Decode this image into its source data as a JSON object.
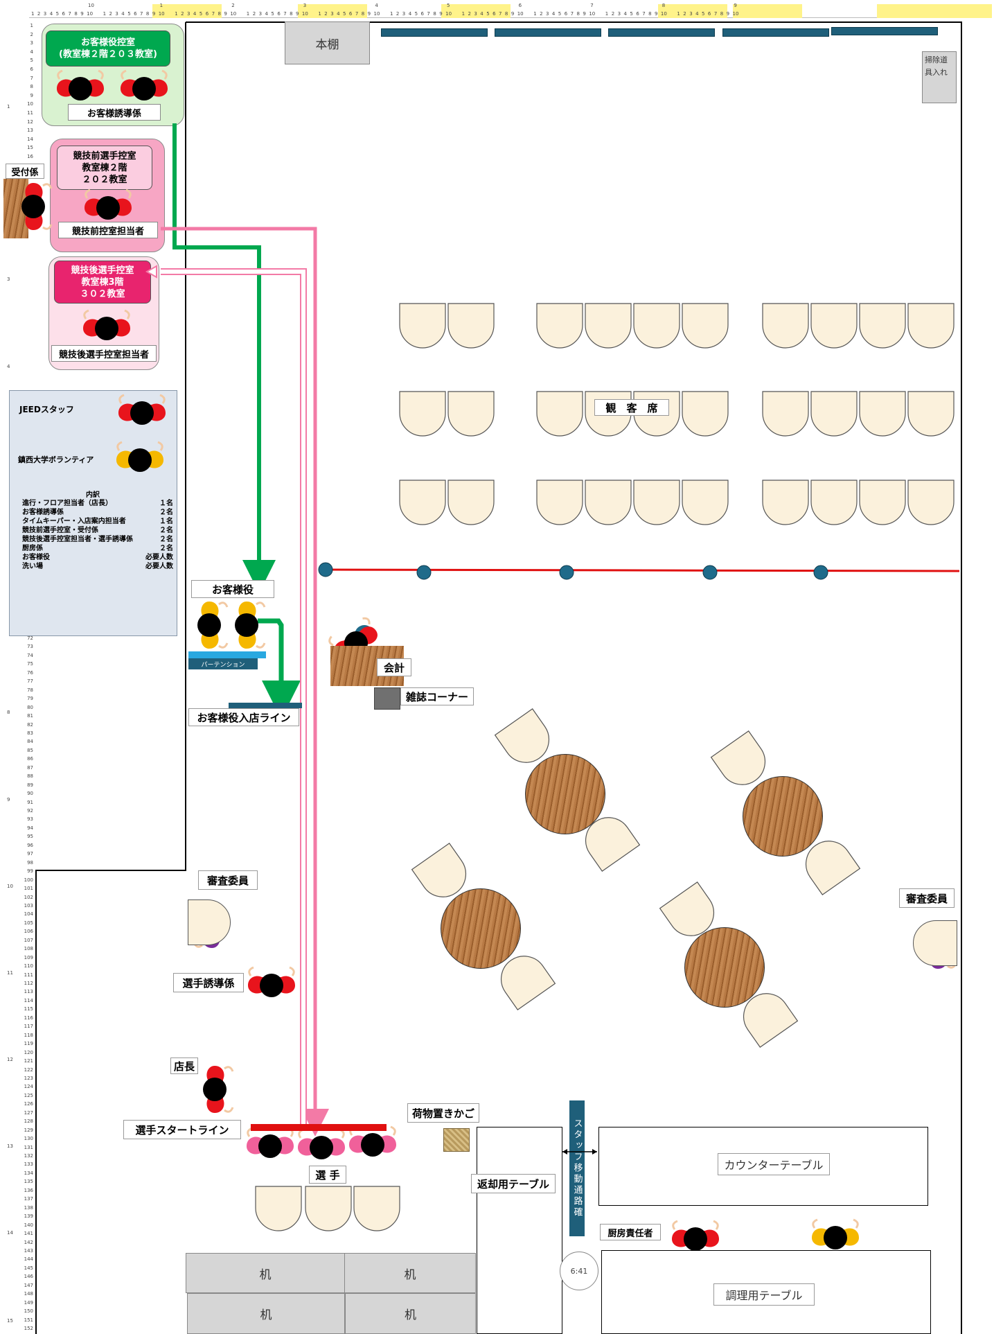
{
  "rulers": {
    "top_marks": [
      "10",
      "1",
      "2",
      "3",
      "4",
      "5",
      "6",
      "7",
      "8",
      "9"
    ],
    "top_sub": "1 2 3 4 5 6 7 8 9 10",
    "left_numbers_top": [
      "1",
      "2",
      "3",
      "4",
      "5",
      "6",
      "7",
      "8",
      "9",
      "10",
      "11",
      "12",
      "13",
      "14",
      "15",
      "16"
    ],
    "left_numbers_bottom": [
      "72",
      "73",
      "74",
      "75",
      "76",
      "77",
      "78",
      "79",
      "80",
      "81",
      "82",
      "83",
      "84",
      "85",
      "86",
      "87",
      "88",
      "89",
      "90",
      "91",
      "92",
      "93",
      "94",
      "95",
      "96",
      "97",
      "98",
      "99",
      "100",
      "101",
      "102",
      "103",
      "104",
      "105",
      "106",
      "107",
      "108",
      "109",
      "110",
      "111",
      "112",
      "113",
      "114",
      "115",
      "116",
      "117",
      "118",
      "119",
      "120",
      "121",
      "122",
      "123",
      "124",
      "125",
      "126",
      "127",
      "128",
      "129",
      "130",
      "131",
      "132",
      "133",
      "134",
      "135",
      "136",
      "137",
      "138",
      "139",
      "140",
      "141",
      "142",
      "143",
      "144",
      "145",
      "146",
      "147",
      "148",
      "149",
      "150",
      "151",
      "152"
    ],
    "left_major": [
      "1",
      "3",
      "4",
      "8",
      "9",
      "10",
      "11",
      "12",
      "13",
      "14",
      "15"
    ]
  },
  "fixtures": {
    "bookshelf": "本棚",
    "cleaning": "掃除道具入れ",
    "desk": "机"
  },
  "rooms": {
    "guest_room": {
      "title": "お客様役控室\n(教室棟２階２０３教室)",
      "footer": "お客様誘導係"
    },
    "pre_room": {
      "title": "競技前選手控室\n教室棟２階\n２０２教室",
      "footer": "競技前控室担当者"
    },
    "post_room": {
      "title": "競技後選手控室\n教室棟3階\n３０２教室",
      "footer": "競技後選手控室担当者"
    },
    "reception": "受付係"
  },
  "legend": {
    "staff": "JEEDスタッフ",
    "volunteer": "鎮西大学ボランティア",
    "breakdown_title": "内訳",
    "rows": [
      {
        "role": "進行・フロア担当者（店長）",
        "count": "１名"
      },
      {
        "role": "お客様誘導係",
        "count": "２名"
      },
      {
        "role": "タイムキーパー・入店案内担当者",
        "count": "１名"
      },
      {
        "role": "競技前選手控室・受付係",
        "count": "２名"
      },
      {
        "role": "競技後選手控室担当者・選手誘導係",
        "count": "２名"
      },
      {
        "role": "厨房係",
        "count": "２名"
      },
      {
        "role": "お客様役",
        "count": "必要人数"
      },
      {
        "role": "洗い場",
        "count": "必要人数"
      }
    ]
  },
  "labels": {
    "audience": "観　客　席",
    "guest_role": "お客様役",
    "partition": "パーテンション",
    "guest_entry": "お客様役入店ライン",
    "cashier": "会計",
    "magazine": "雑誌コーナー",
    "judge_left": "審査委員",
    "judge_right": "審査委員",
    "player_guide": "選手誘導係",
    "manager": "店長",
    "start_line": "選手スタートライン",
    "players": "選 手",
    "luggage": "荷物置きかご",
    "return_table": "返却用テーブル",
    "staff_path": "スタッフ移動通路確",
    "counter_table": "カウンターテーブル",
    "kitchen_chief": "厨房責任者",
    "cooking_table": "調理用テーブル",
    "clock": "6:41"
  },
  "colors": {
    "staff_red": "#e8141c",
    "volunteer_yellow": "#f5b800",
    "judge_purple": "#7a2c9a",
    "player_pink": "#f0609a",
    "green_arrow": "#00a84f",
    "pink_arrow": "#f37aa6",
    "red_rope": "#e01010",
    "navy_shelf": "#1f5f7a"
  }
}
